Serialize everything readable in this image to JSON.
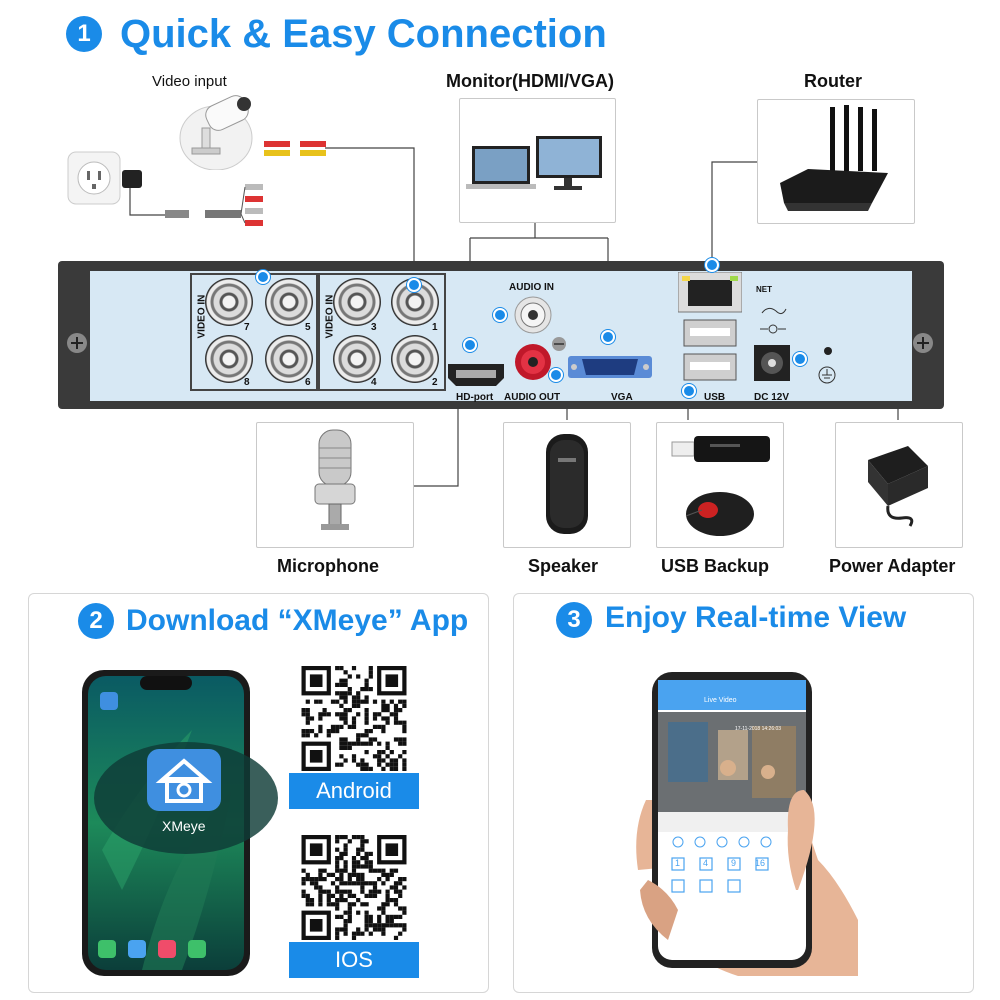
{
  "step1": {
    "number": "1",
    "title": "Quick & Easy Connection"
  },
  "step2": {
    "number": "2",
    "title": "Download “XMeye” App"
  },
  "step3": {
    "number": "3",
    "title": "Enjoy Real-time View"
  },
  "devices": {
    "video_input": "Video input",
    "monitor": "Monitor(HDMI/VGA)",
    "router": "Router",
    "microphone": "Microphone",
    "speaker": "Speaker",
    "usb_backup": "USB Backup",
    "power_adapter": "Power Adapter"
  },
  "panel": {
    "video_in_left": "VIDEO IN",
    "video_in_right": "VIDEO IN",
    "port_numbers": [
      "7",
      "5",
      "3",
      "1",
      "8",
      "6",
      "4",
      "2"
    ],
    "audio_in": "AUDIO IN",
    "audio_out": "AUDIO OUT",
    "hd_port": "HD-port",
    "vga": "VGA",
    "usb": "USB",
    "net": "NET",
    "dc": "DC 12V"
  },
  "app": {
    "app_name": "XMeye",
    "android": "Android",
    "ios": "IOS",
    "live_video": "Live Video",
    "timestamp": "17-11-2018 14:26:03",
    "grid_labels": [
      "1",
      "4",
      "9",
      "16"
    ]
  },
  "colors": {
    "accent": "#1a8be8",
    "panel": "#d7e8f4",
    "frame": "#3a3a3a"
  }
}
